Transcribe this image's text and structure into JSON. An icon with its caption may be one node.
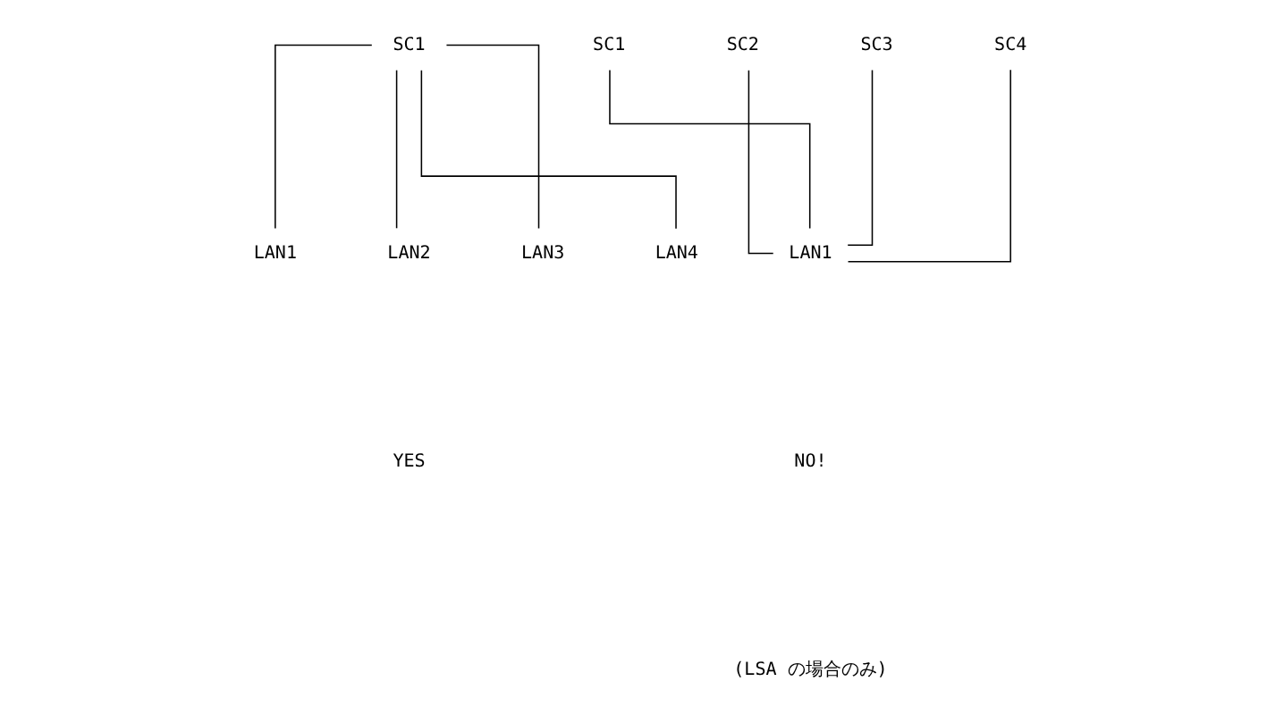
{
  "diagram": {
    "nodes": [
      {
        "text": [
          "SC1"
        ]
      },
      {
        "text": [
          "LAN1"
        ]
      },
      {
        "text": [
          "LAN2"
        ]
      },
      {
        "text": [
          "LAN3"
        ]
      },
      {
        "text": [
          "LAN4"
        ]
      },
      {
        "text": [
          "SC1"
        ]
      },
      {
        "text": [
          "SC2"
        ]
      },
      {
        "text": [
          "SC3"
        ]
      },
      {
        "text": [
          "SC4"
        ]
      },
      {
        "text": [
          "LAN1"
        ]
      }
    ],
    "edges": [
      {
        "from": 0,
        "to": 1,
        "arrow": "none"
      },
      {
        "from": 0,
        "to": 2,
        "arrow": "none"
      },
      {
        "from": 0,
        "to": 3,
        "arrow": "none"
      },
      {
        "from": 0,
        "to": 4,
        "arrow": "none"
      },
      {
        "from": 5,
        "to": 9,
        "arrow": "none"
      },
      {
        "from": 6,
        "to": 9,
        "arrow": "none"
      },
      {
        "from": 7,
        "to": 9,
        "arrow": "none"
      },
      {
        "from": 8,
        "to": 9,
        "arrow": "none"
      }
    ],
    "labels": [
      "YES",
      "NO!",
      "(LSA の場合のみ)"
    ]
  }
}
